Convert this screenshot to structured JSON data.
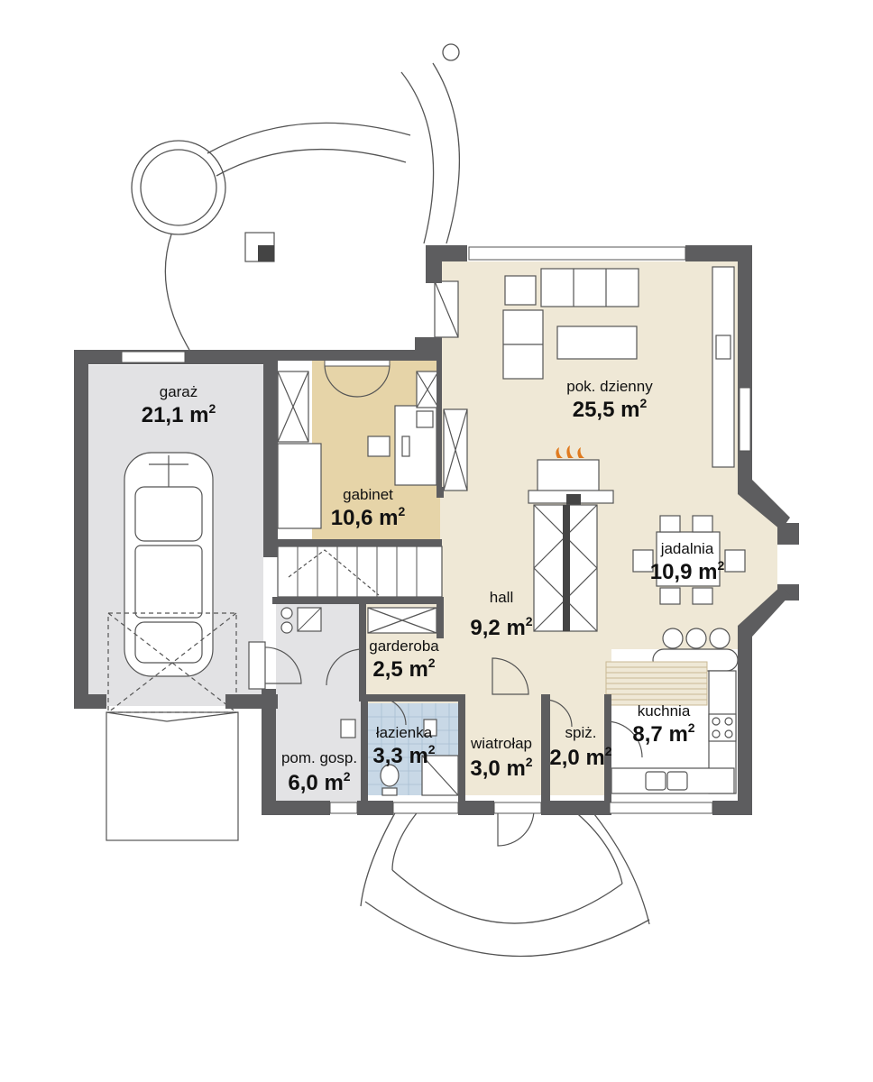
{
  "colors": {
    "wall": "#5d5d5f",
    "living_floor": "#efe8d6",
    "study_floor": "#e6d4a8",
    "garage_floor": "#e2e2e4",
    "bath_floor": "#c8d8e6",
    "utility_floor": "#e3e3e5"
  },
  "rooms": [
    {
      "id": "garage",
      "label": "garaż",
      "area": "21,1 m",
      "unit_sup": "2"
    },
    {
      "id": "living",
      "label": "pok. dzienny",
      "area": "25,5 m",
      "unit_sup": "2"
    },
    {
      "id": "study",
      "label": "gabinet",
      "area": "10,6 m",
      "unit_sup": "2"
    },
    {
      "id": "dining",
      "label": "jadalnia",
      "area": "10,9 m",
      "unit_sup": "2"
    },
    {
      "id": "hall",
      "label": "hall",
      "area": "9,2 m",
      "unit_sup": "2"
    },
    {
      "id": "wardrobe",
      "label": "garderoba",
      "area": "2,5 m",
      "unit_sup": "2"
    },
    {
      "id": "kitchen",
      "label": "kuchnia",
      "area": "8,7 m",
      "unit_sup": "2"
    },
    {
      "id": "bathroom",
      "label": "łazienka",
      "area": "3,3 m",
      "unit_sup": "2"
    },
    {
      "id": "vestibule",
      "label": "wiatrołap",
      "area": "3,0 m",
      "unit_sup": "2"
    },
    {
      "id": "pantry",
      "label": "spiż.",
      "area": "2,0 m",
      "unit_sup": "2"
    },
    {
      "id": "utility",
      "label": "pom. gosp.",
      "area": "6,0 m",
      "unit_sup": "2"
    }
  ],
  "icons": [
    "car-icon",
    "fireplace-icon",
    "sofa-icon",
    "dining-table-icon",
    "desk-icon",
    "stairs-icon",
    "toilet-icon",
    "shower-icon",
    "sink-icon",
    "stove-icon",
    "washing-machine-icon",
    "door-swing-icon"
  ]
}
